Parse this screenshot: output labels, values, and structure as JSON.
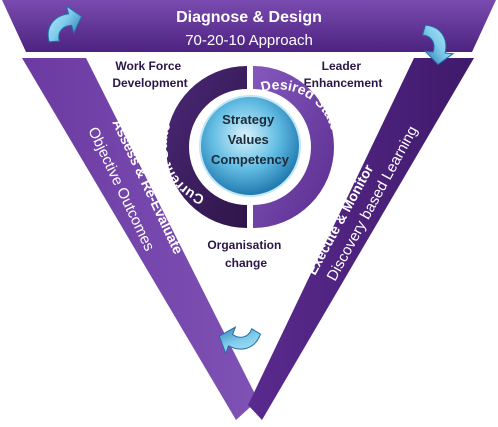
{
  "top_band": {
    "title": "Diagnose & Design",
    "subtitle": "70-20-10 Approach"
  },
  "left_band": {
    "title": "Assess & Re-Evaluate",
    "subtitle": "Objective Outcomes"
  },
  "right_band": {
    "title": "Execute & Monitor",
    "subtitle": "Discovery based Learning"
  },
  "corner_labels": {
    "top_left": [
      "Work Force",
      "Development"
    ],
    "top_right": [
      "Leader",
      "Enhancement"
    ],
    "bottom": [
      "Organisation",
      "change"
    ]
  },
  "ring": {
    "left_half": "Current State",
    "right_half": "Desired State"
  },
  "core": [
    "Strategy",
    "Values",
    "Competency"
  ],
  "colors": {
    "band_purple": "#5a2a8e",
    "band_purple_dark": "#3f1a6b",
    "ring_left": "#3b1d5e",
    "ring_right": "#6a3a9e",
    "core_blue": "#3fa6d8",
    "arrow_light": "#8fd2ee",
    "arrow_dark": "#1f6fa6"
  },
  "icons": [
    "cycle-arrow-icon",
    "cycle-arrow-icon",
    "cycle-arrow-icon"
  ]
}
